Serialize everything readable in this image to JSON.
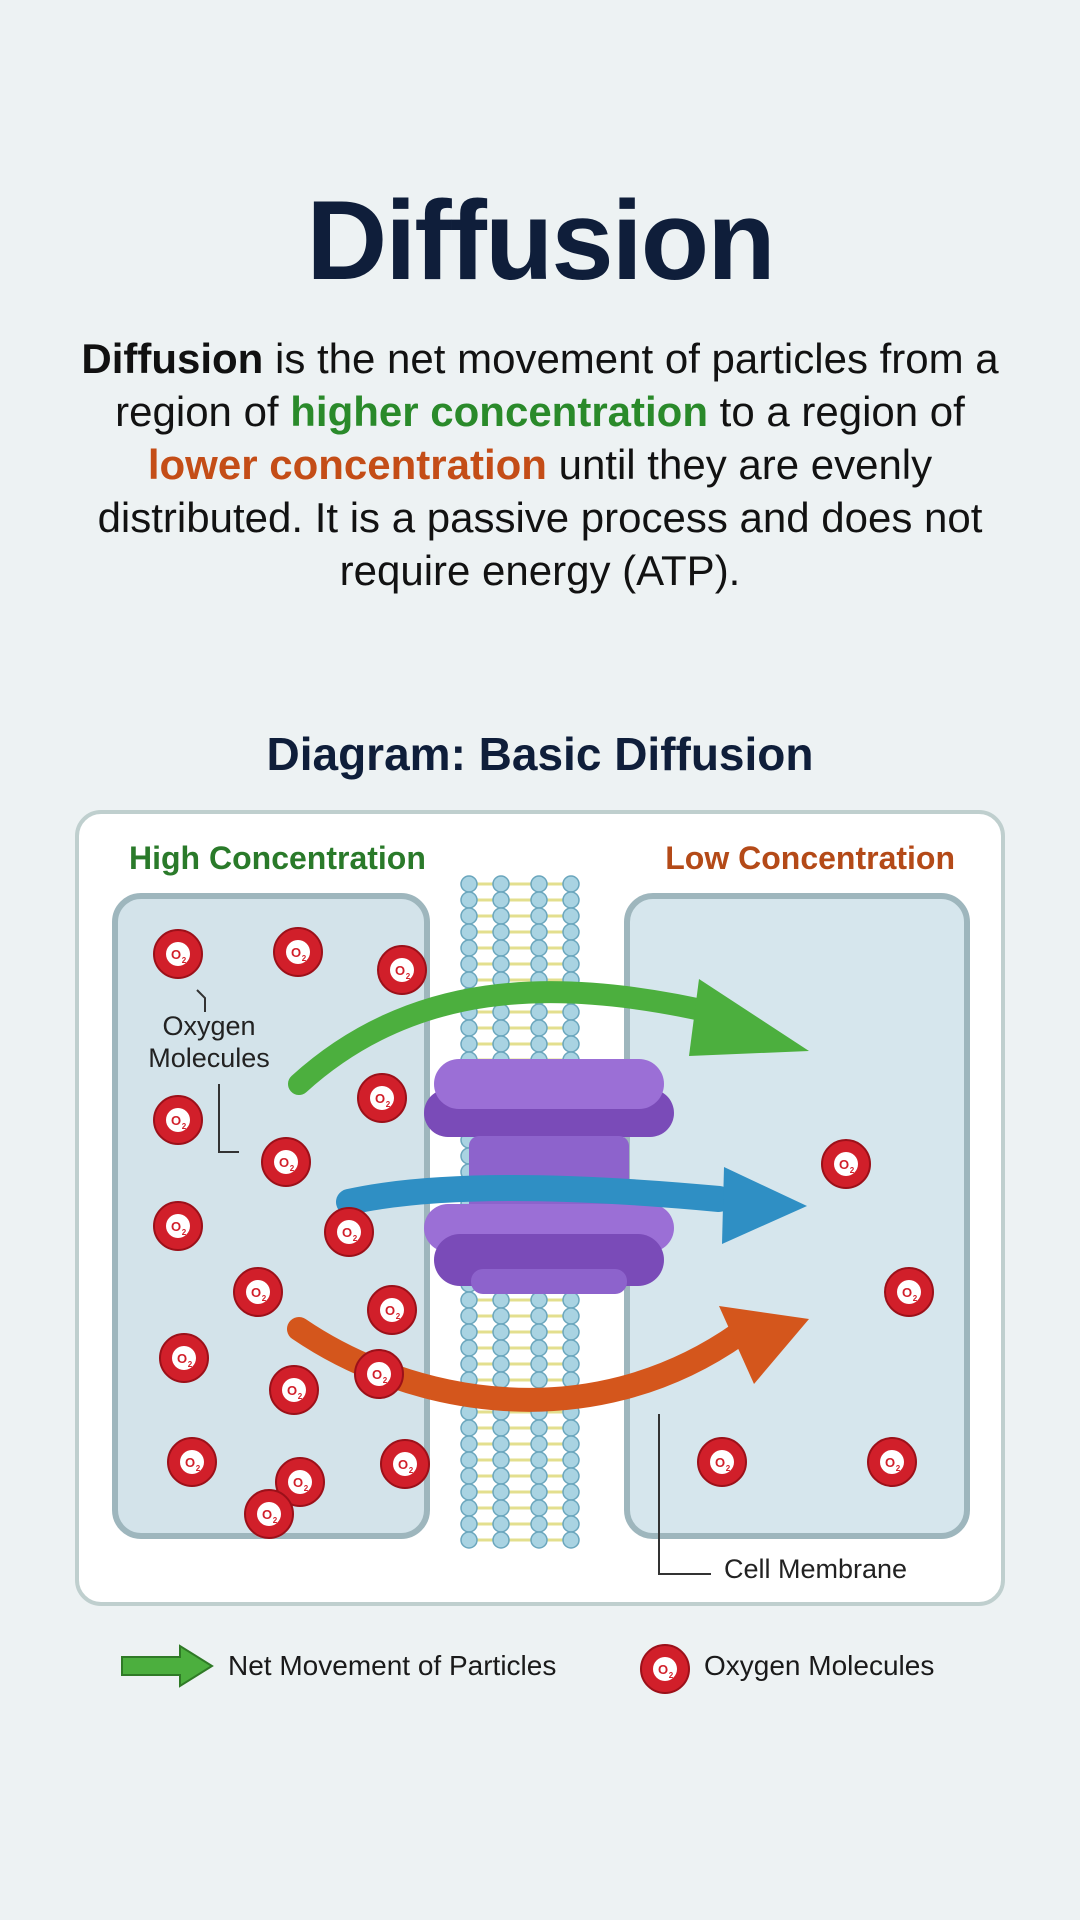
{
  "title": "Diffusion",
  "intro": {
    "term": "Diffusion",
    "part1": " is the net movement of particles from a region of ",
    "higher": "higher concentration",
    "part2": " to a region of ",
    "lower": "lower concentration",
    "part3": " until they are evenly distributed. It is a passive process and does not require energy (ATP)."
  },
  "diagram": {
    "title": "Diagram: Basic Diffusion",
    "high_label": "High Concentration",
    "low_label": "Low Concentration",
    "oxygen_label": "Oxygen Molecules",
    "membrane_label": "Cell Membrane",
    "molecule_symbol": "O",
    "molecule_subscript": "2",
    "left_molecule_count": 17,
    "right_molecule_count": 4
  },
  "legend": {
    "arrow_label": "Net Movement of Particles",
    "molecule_label": "Oxygen Molecules"
  },
  "colors": {
    "title": "#0f1e3a",
    "higher": "#2a8a2a",
    "lower": "#c44d17",
    "molecule": "#d11f2a",
    "arrow_green": "#4caf3e",
    "arrow_blue": "#2f8fc4",
    "arrow_orange": "#d4561c",
    "protein": "#8a5cc4",
    "membrane_head": "#a9d3e2"
  }
}
